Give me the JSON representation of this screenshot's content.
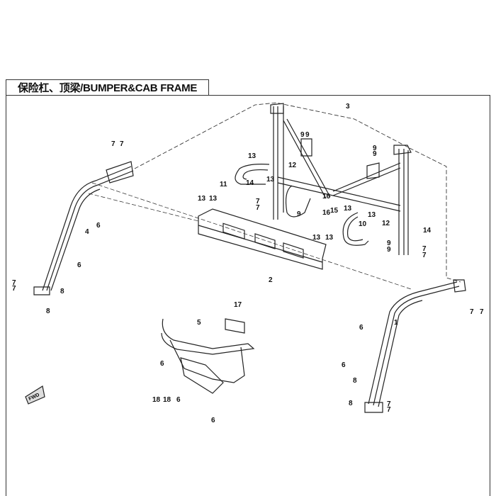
{
  "title": "保险杠、顶梁/BUMPER&CAB FRAME",
  "direction_marker": "FWD",
  "callouts": [
    "1",
    "2",
    "3",
    "4",
    "5",
    "6",
    "6",
    "6",
    "6",
    "6",
    "6",
    "6",
    "7",
    "7",
    "7",
    "7",
    "7",
    "7",
    "7",
    "7",
    "7",
    "7",
    "7",
    "7",
    "8",
    "8",
    "8",
    "8",
    "9",
    "9",
    "9",
    "9",
    "9",
    "9",
    "9",
    "10",
    "11",
    "12",
    "12",
    "13",
    "13",
    "13",
    "13",
    "13",
    "13",
    "13",
    "13",
    "14",
    "14",
    "15",
    "16",
    "16",
    "17",
    "18",
    "18"
  ]
}
